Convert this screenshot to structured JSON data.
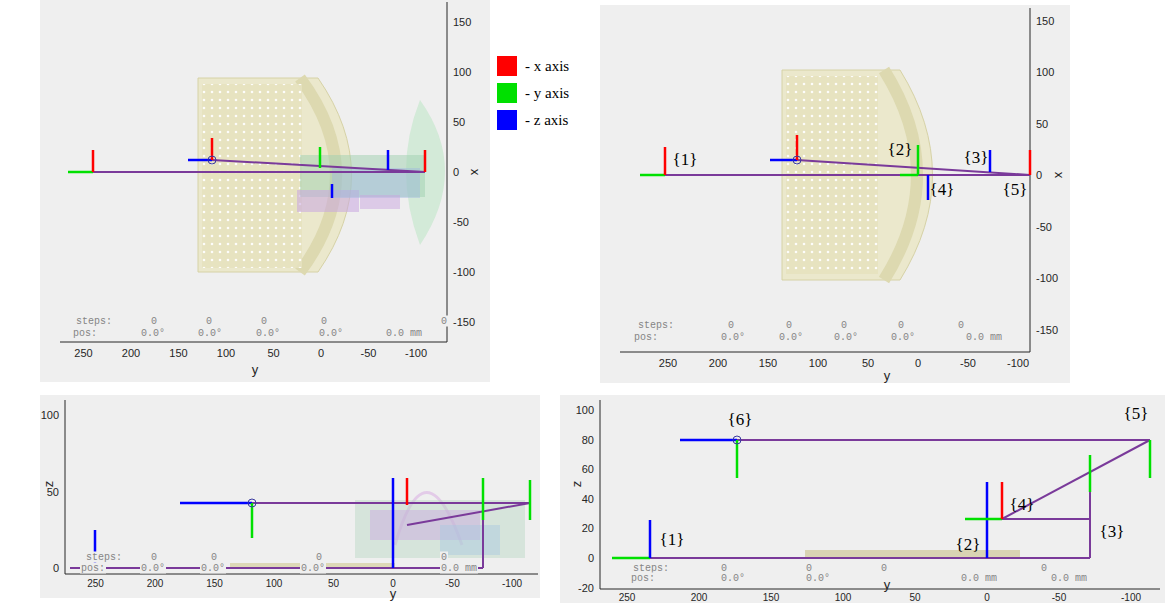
{
  "diagram": {
    "labels": [
      "150",
      "100",
      "50",
      "0",
      "-50",
      "-100",
      "-150",
      "x",
      "steps:",
      "0",
      "0",
      "0",
      "0",
      "0",
      "pos:",
      "0.0°",
      "0.0°",
      "0.0°",
      "0.0°",
      "0.0 mm",
      "250",
      "200",
      "150",
      "100",
      "50",
      "0",
      "-50",
      "-100",
      "y",
      "{1}",
      "{2}",
      "{3}",
      "{4}",
      "{5}",
      "150",
      "100",
      "50",
      "0",
      "-50",
      "-100",
      "-150",
      "x",
      "steps:",
      "0",
      "0",
      "0",
      "0",
      "0",
      "pos:",
      "0.0°",
      "0.0°",
      "0.0°",
      "0.0°",
      "0.0 mm",
      "250",
      "200",
      "150",
      "100",
      "50",
      "0",
      "-50",
      "-100",
      "y",
      "100",
      "50",
      "0",
      "z",
      "steps:",
      "0",
      "0",
      "0",
      "0",
      "pos:",
      "0.0°",
      "0.0°",
      "0.0°",
      "0.0 mm",
      "250",
      "200",
      "150",
      "100",
      "50",
      "0",
      "-50",
      "-100",
      "y",
      "{6}",
      "{4}",
      "{5}",
      "{3}",
      "{1}",
      "{2}",
      "100",
      "80",
      "60",
      "40",
      "20",
      "0",
      "-20",
      "z",
      "steps:",
      "0",
      "0",
      "0",
      "0",
      "pos:",
      "0.0°",
      "0.0°",
      "0.0 mm",
      "0.0 mm",
      "250",
      "200",
      "150",
      "100",
      "50",
      "0",
      "-50",
      "-100",
      "y"
    ],
    "legend": [
      {
        "text": "- x axis",
        "color": "#ff0000"
      },
      {
        "text": "- y axis",
        "color": "#00e000"
      },
      {
        "text": "- z axis",
        "color": "#0000ff"
      }
    ]
  }
}
